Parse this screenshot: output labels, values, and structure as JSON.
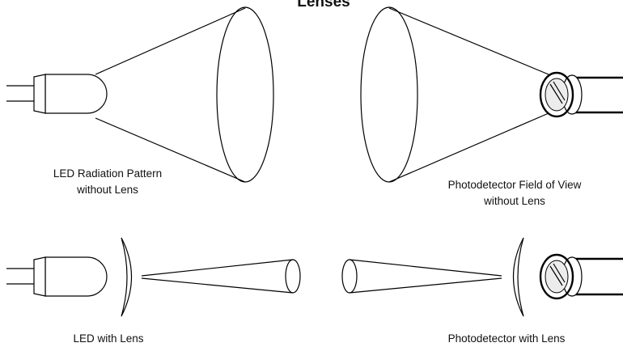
{
  "title": "Lenses",
  "panels": {
    "led_no_lens": {
      "caption_line1": "LED Radiation Pattern",
      "caption_line2": "without Lens"
    },
    "detector_no_lens": {
      "caption_line1": "Photodetector Field of View",
      "caption_line2": "without Lens"
    },
    "led_with_lens": {
      "caption": "LED with Lens"
    },
    "detector_with_lens": {
      "caption": "Photodetector with Lens"
    }
  },
  "colors": {
    "ink": "#000000",
    "background": "#ffffff",
    "glass": "#ececec"
  }
}
